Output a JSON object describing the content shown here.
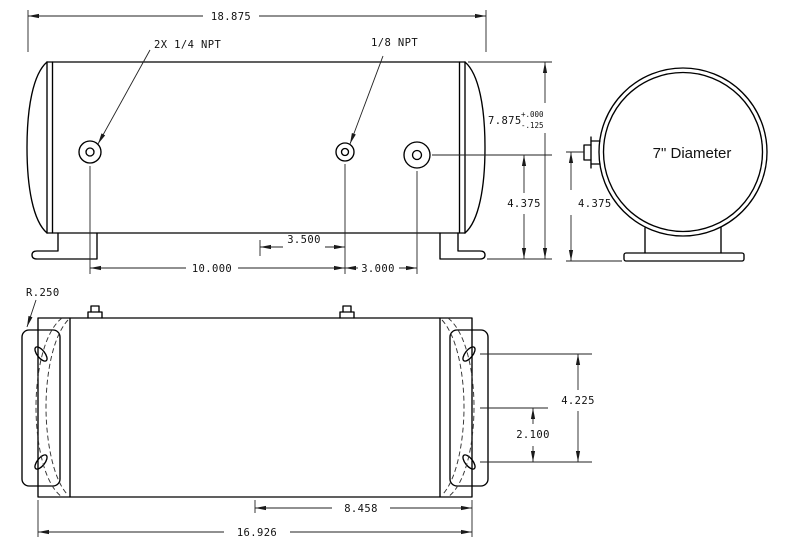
{
  "side_view": {
    "overall_length": "18.875",
    "port_label_a": "2X 1/4 NPT",
    "port_label_b": "1/8 NPT",
    "overall_height": "7.875",
    "height_tol_plus": "+.000",
    "height_tol_minus": "-.125",
    "centerline_height": "4.375",
    "port_spacing_long": "10.000",
    "port_spacing_mid": "3.500",
    "port_spacing_short": "3.000"
  },
  "end_view": {
    "diameter_label": "7\" Diameter",
    "centerline_height": "4.375"
  },
  "plan_view": {
    "corner_radius": "R.250",
    "slot_row_spacing": "4.225",
    "slot_to_center": "2.100",
    "mount_hole_span": "8.458",
    "overall_mount_length": "16.926"
  }
}
